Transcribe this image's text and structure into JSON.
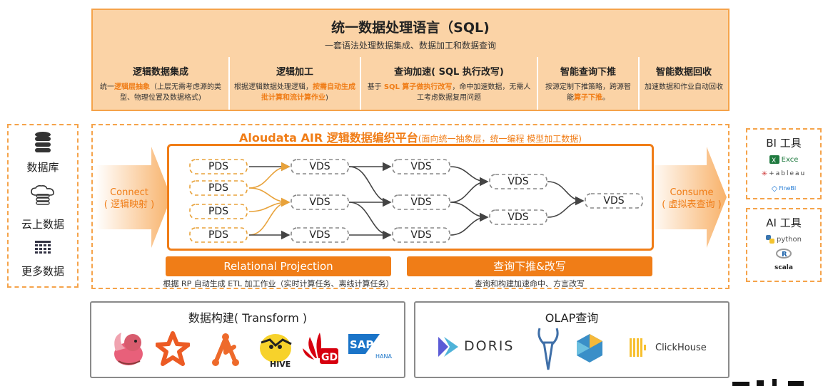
{
  "sql": {
    "title": "统一数据处理语言（SQL)",
    "subtitle": "一套语法处理数据集成、数据加工和数据查询"
  },
  "features": [
    {
      "title": "逻辑数据集成",
      "desc_pre": "统一",
      "desc_hl": "逻辑层抽象",
      "desc_post": "（上层无需考虑源的类型、物理位置及数据格式)"
    },
    {
      "title": "逻辑加工",
      "desc_pre": "根据逻辑数据处理逻辑，",
      "desc_hl": "按需自动生成批计算和流计算作业",
      "desc_post": ")"
    },
    {
      "title": "查询加速( SQL 执行改写)",
      "desc_pre": "基于 ",
      "desc_hl": "SQL 算子做执行改写",
      "desc_post": "，命中加速数据，无需人工考虑数据复用问题"
    },
    {
      "title": "智能查询下推",
      "desc_pre": "按源定制下推策略，跨源智能",
      "desc_hl": "算子下推",
      "desc_post": "。"
    },
    {
      "title": "智能数据回收",
      "desc_pre": "加速数据和作业自动回收",
      "desc_hl": "",
      "desc_post": ""
    }
  ],
  "sources": {
    "db_icon": "database-icon",
    "cloud_icon": "cloud-data-icon",
    "more_icon": "more-data-icon",
    "db_label": "数据库",
    "cloud_label": "云上数据",
    "more_label": "更多数据"
  },
  "platform": {
    "title": "Aloudata AIR 逻辑数据编织平台",
    "subtitle": "(面向统一抽象层，统一编程 模型加工数据)",
    "connect_label": "Connect",
    "connect_sub": "( 逻辑映射 )",
    "consume_label": "Consume",
    "consume_sub": "( 虚拟表查询 )",
    "pds": [
      "PDS",
      "PDS",
      "PDS",
      "PDS"
    ],
    "vds": [
      "VDS",
      "VDS",
      "VDS",
      "VDS",
      "VDS",
      "VDS",
      "VDS",
      "VDS",
      "VDS"
    ],
    "rp_label": "Relational Projection",
    "rp_desc": "根据 RP 自动生成 ETL 加工作业（实时计算任务、离线计算任务）",
    "pushdown_label": "查询下推&改写",
    "pushdown_desc": "查询和构建加速命中、方言改写"
  },
  "bi_tools": {
    "title": "BI 工具",
    "items": [
      "Exce",
      "+ableau",
      "FineBI"
    ]
  },
  "ai_tools": {
    "title": "AI 工具",
    "items": [
      "python",
      "R",
      "scala"
    ]
  },
  "transform": {
    "title": "数据构建( Transform )",
    "hive_text": "HIVE",
    "gd_text": "GD",
    "sap_text": "SAP",
    "hana_text": "HANA"
  },
  "olap": {
    "title": "OLAP查询",
    "doris": "DORIS",
    "clickhouse": "ClickHouse"
  },
  "colors": {
    "accent": "#f07d17",
    "panel_fill": "#fbd3a6",
    "dash_border": "#f5a34a"
  }
}
